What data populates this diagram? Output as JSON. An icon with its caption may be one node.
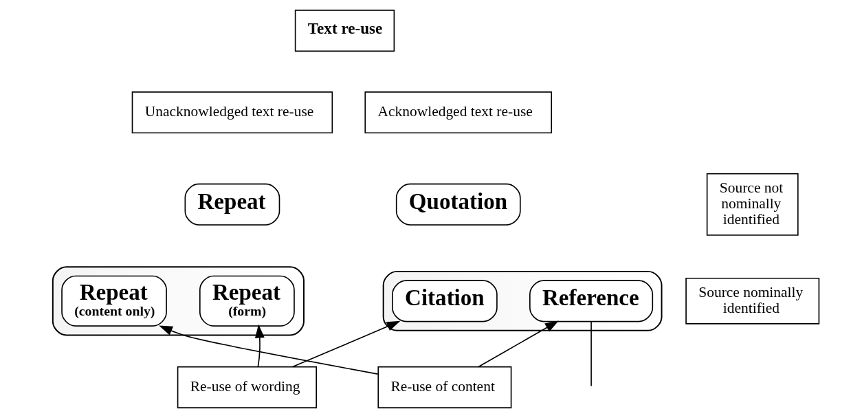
{
  "diagram": {
    "nodes": [
      {
        "text": [
          "Text re-use"
        ]
      },
      {
        "text": [
          "Unacknowledged text re-use"
        ]
      },
      {
        "text": [
          "Repeat"
        ]
      },
      {
        "text": [],
        "shape": "oval"
      },
      {
        "text": [
          "Repeat",
          "(form)"
        ],
        "in": 3
      },
      {
        "text": [
          "Repeat",
          "(content only)"
        ],
        "in": 3
      },
      {
        "text": [
          "Acknowledged text re-use"
        ]
      },
      {
        "text": [
          "Quotation"
        ]
      },
      {
        "text": [],
        "shape": "oval"
      },
      {
        "text": [
          "Citation"
        ],
        "in": 8
      },
      {
        "text": [
          "Reference"
        ],
        "in": 8
      },
      {
        "text": [
          "Source not nominally identified"
        ]
      },
      {
        "text": [
          "Source nominally identified"
        ]
      },
      {
        "text": [
          "Re-use of wording"
        ]
      },
      {
        "text": [
          "Re-use of content"
        ]
      }
    ],
    "edges": [
      {
        "from": 13,
        "to": 4,
        "arrow": "to"
      },
      {
        "from": 13,
        "to": 9,
        "arrow": "to"
      },
      {
        "from": 14,
        "to": 5,
        "arrow": "to"
      },
      {
        "from": 14,
        "to": 10,
        "arrow": "to"
      },
      {
        "from": 10,
        "to": null,
        "arrow": "none"
      }
    ]
  }
}
